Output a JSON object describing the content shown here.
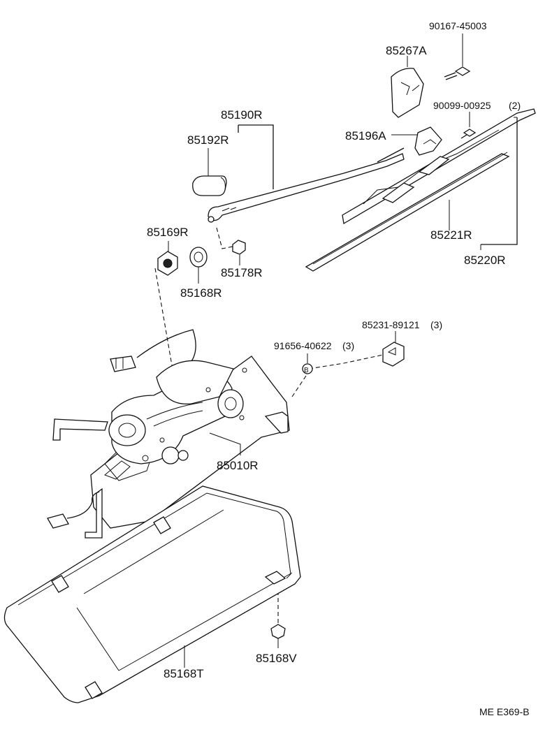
{
  "parts": {
    "p90167": "90167-45003",
    "p85267A": "85267A",
    "p90099": "90099-00925",
    "p90099_qty": "(2)",
    "p85190R": "85190R",
    "p85196A": "85196A",
    "p85192R": "85192R",
    "p85169R": "85169R",
    "p85221R": "85221R",
    "p85178R": "85178R",
    "p85168R": "85168R",
    "p85220R": "85220R",
    "p85231": "85231-89121",
    "p85231_qty": "(3)",
    "p91656": "91656-40622",
    "p91656_qty": "(3)",
    "p85010R": "85010R",
    "p85168V": "85168V",
    "p85168T": "85168T"
  },
  "footer": {
    "code": "ME E369-B"
  }
}
